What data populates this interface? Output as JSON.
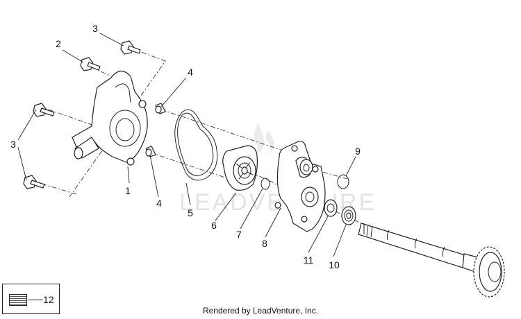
{
  "watermark": "LEADVENTURE",
  "footer": "Rendered by LeadVenture, Inc.",
  "callouts": {
    "c1": "1",
    "c2": "2",
    "c3_top": "3",
    "c3_left": "3",
    "c4_top": "4",
    "c4_bottom": "4",
    "c5": "5",
    "c6": "6",
    "c7": "7",
    "c8": "8",
    "c9": "9",
    "c10": "10",
    "c11": "11"
  },
  "legend": {
    "label": "12"
  }
}
